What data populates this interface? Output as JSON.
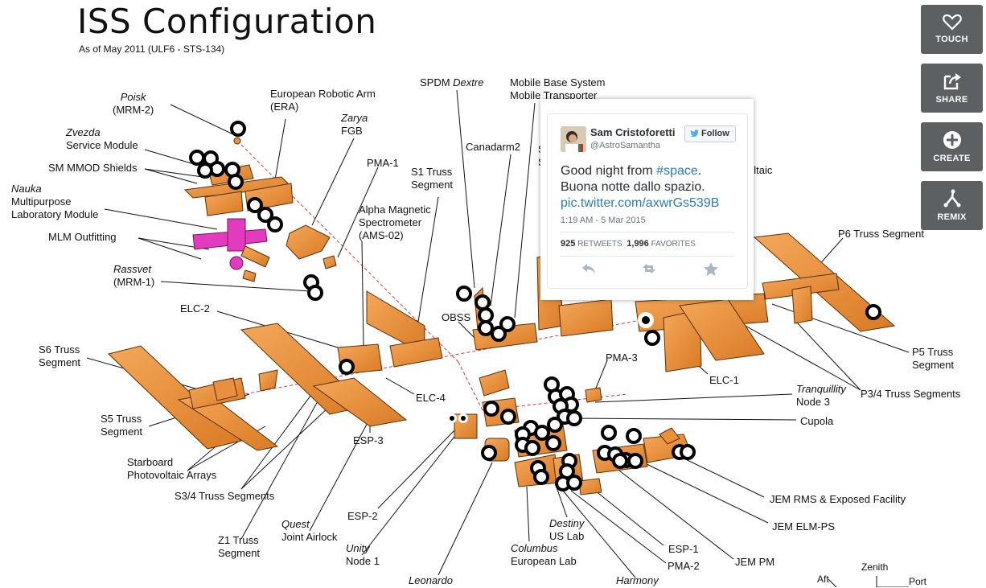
{
  "header": {
    "title": "ISS Configuration",
    "subtitle": "As of May 2011 (ULF6 - STS-134)"
  },
  "labels": {
    "poisk_1": "Poisk",
    "poisk_2": "(MRM-2)",
    "era_1": "European Robotic Arm",
    "era_2": "(ERA)",
    "zarya_1": "Zarya",
    "zarya_2": "FGB",
    "zvezda_1": "Zvezda",
    "zvezda_2": "Service Module",
    "mmod": "SM MMOD Shields",
    "nauka_1": "Nauka",
    "nauka_2": "Multipurpose",
    "nauka_3": "Laboratory Module",
    "mlm_outfitting": "MLM Outfitting",
    "rassvet_1": "Rassvet",
    "rassvet_2": "(MRM-1)",
    "pma1": "PMA-1",
    "ams_1": "Alpha Magnetic",
    "ams_2": "Spectrometer",
    "ams_3": "(AMS-02)",
    "s1_1": "S1 Truss",
    "s1_2": "Segment",
    "spdm_1": "SPDM ",
    "spdm_2": "Dextre",
    "mbs_1": "Mobile Base System",
    "mbs_2": "Mobile Transporter",
    "canadarm2": "Canadarm2",
    "s_partial_1": "S",
    "s_partial_2": "S",
    "oltaic": "oltaic",
    "p6": "P6 Truss Segment",
    "elc2": "ELC-2",
    "obss": "OBSS",
    "s6_1": "S6 Truss",
    "s6_2": "Segment",
    "s5_1": "S5 Truss",
    "s5_2": "Segment",
    "elc4": "ELC-4",
    "esp3": "ESP-3",
    "pma3": "PMA-3",
    "elc1": "ELC-1",
    "p5_1": "P5 Truss",
    "p5_2": "Segment",
    "p34": "P3/4 Truss Segments",
    "tranq_1": "Tranquillity",
    "tranq_2": "Node 3",
    "cupola": "Cupola",
    "sb_pv_1": "Starboard",
    "sb_pv_2": "Photovoltaic Arrays",
    "s34": "S3/4 Truss Segments",
    "jem_rms": "JEM RMS & Exposed Facility",
    "jem_elm": "JEM ELM-PS",
    "esp2": "ESP-2",
    "quest_1": "Quest",
    "quest_2": "Joint Airlock",
    "z1_1": "Z1 Truss",
    "z1_2": "Segment",
    "unity_1": "Unity",
    "unity_2": "Node 1",
    "destiny_1": "Destiny",
    "destiny_2": "US Lab",
    "columbus_1": "Columbus",
    "columbus_2": "European Lab",
    "esp1": "ESP-1",
    "pma2": "PMA-2",
    "jem_pm": "JEM PM",
    "leonardo": "Leonardo",
    "harmony": "Harmony",
    "aft": "Aft",
    "zenith": "Zenith",
    "port": "Port"
  },
  "toolbar": [
    {
      "label": "TOUCH",
      "icon": "heart-icon"
    },
    {
      "label": "SHARE",
      "icon": "share-icon"
    },
    {
      "label": "CREATE",
      "icon": "plus-circle-icon"
    },
    {
      "label": "REMIX",
      "icon": "remix-icon"
    }
  ],
  "tweet": {
    "name": "Sam Cristoforetti",
    "handle": "@AstroSamantha",
    "follow": "Follow",
    "text_1": "Good night from ",
    "hashtag": "#space",
    "text_2": ".",
    "text_3": "Buona notte dallo spazio.",
    "link": "pic.twitter.com/axwrGs539B",
    "date": "1:19 AM - 5 Mar 2015",
    "retweets": "925",
    "retweets_label": "RETWEETS",
    "favorites": "1,996",
    "favorites_label": "FAVORITES"
  },
  "colors": {
    "module_orange": "#e8913a",
    "module_dark": "#8a4a12",
    "russian_pink": "#e23bbd",
    "toolbar_bg": "#5d6063",
    "link_blue": "#2b7bb9"
  }
}
